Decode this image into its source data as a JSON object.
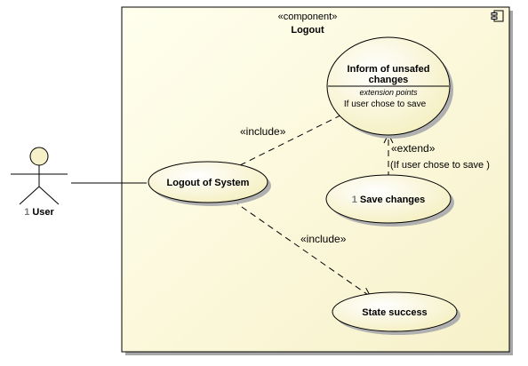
{
  "component": {
    "stereotype": "«component»",
    "name": "Logout",
    "icon": "component-icon"
  },
  "actor": {
    "multiplicity": "1",
    "name": "User",
    "icon": "stick-figure-icon"
  },
  "use_cases": {
    "inform": {
      "title_line1": "Inform of unsafed",
      "title_line2": "changes",
      "extension_points_label": "extension points",
      "extension_point": "If user chose to save"
    },
    "logout": {
      "name": "Logout of System"
    },
    "save": {
      "multiplicity": "1",
      "name": "Save changes"
    },
    "state": {
      "name": "State success"
    }
  },
  "relationships": {
    "include_top": "«include»",
    "include_bottom": "«include»",
    "extend": "«extend»",
    "extend_condition": "(If user chose to save )"
  },
  "colors": {
    "fill_light": "#ffffe6",
    "fill_dark": "#f6f0c2",
    "stroke": "#000000",
    "shadow": "#9a9a9a"
  }
}
